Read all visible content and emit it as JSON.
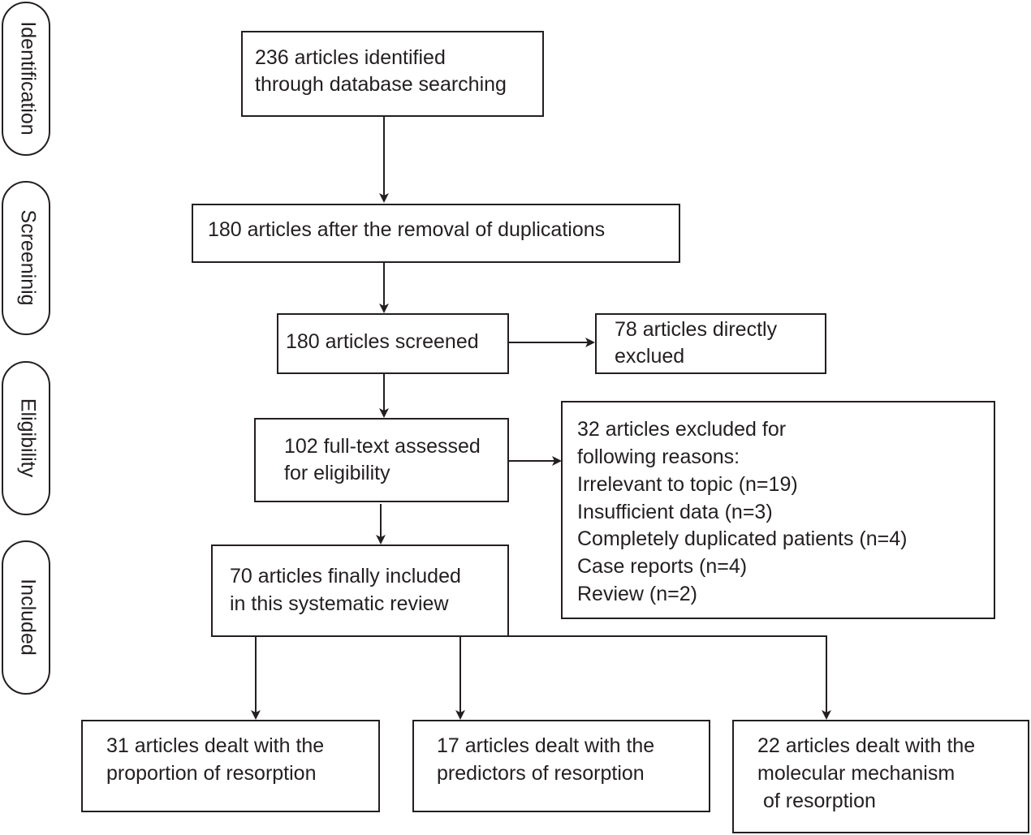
{
  "stages": {
    "identification": "Identification",
    "screening": "Screeninig",
    "eligibility": "Eligibility",
    "included": "Included"
  },
  "boxes": {
    "identified": {
      "line1": "236 articles identified",
      "line2": "through database searching"
    },
    "after_dedup": {
      "line1": "180 articles after the removal of duplications"
    },
    "screened": {
      "line1": "180 articles screened"
    },
    "directly_excluded": {
      "line1": "78 articles directly",
      "line2": "exclued"
    },
    "full_text": {
      "line1": "102 full-text assessed",
      "line2": "for eligibility"
    },
    "excluded_reasons": {
      "line1": "32 articles excluded for",
      "line2": "following reasons:",
      "line3": "Irrelevant to topic (n=19)",
      "line4": "Insufficient data (n=3)",
      "line5": "Completely duplicated patients (n=4)",
      "line6": "Case reports (n=4)",
      "line7": "Review (n=2)"
    },
    "included": {
      "line1": "70 articles finally included",
      "line2": "in this systematic review"
    },
    "proportion": {
      "line1": "31 articles dealt with the",
      "line2": "proportion of resorption"
    },
    "predictors": {
      "line1": "17 articles dealt with the",
      "line2": "predictors of resorption"
    },
    "mechanism": {
      "line1": "22 articles dealt with the",
      "line2": "molecular mechanism",
      "line3": " of resorption"
    }
  }
}
